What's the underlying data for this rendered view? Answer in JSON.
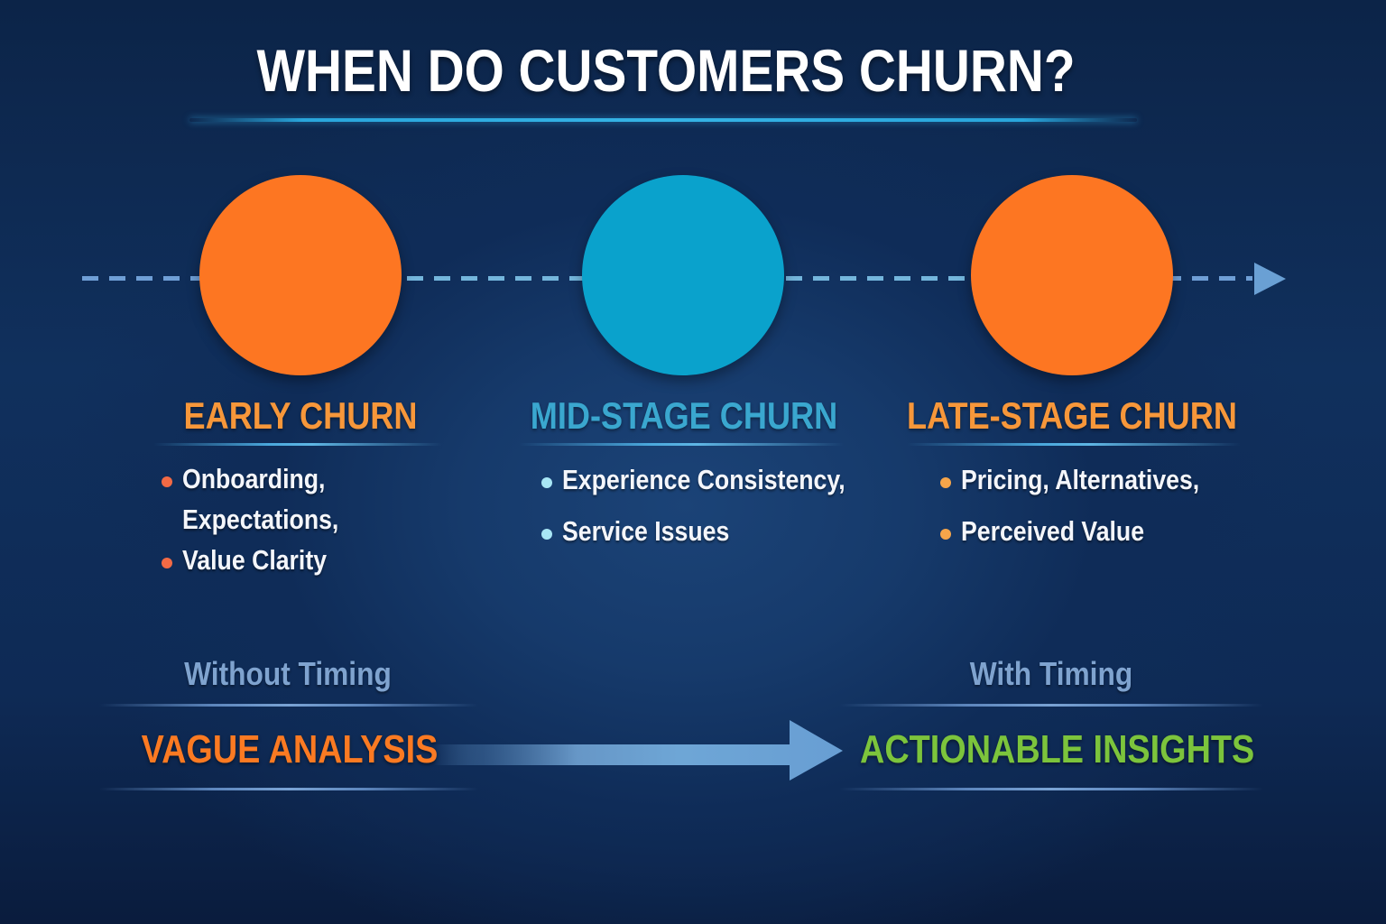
{
  "title": "WHEN DO CUSTOMERS CHURN?",
  "colors": {
    "orange": "#fd7622",
    "cyan": "#0aa2cc",
    "early_title": "#f7973a",
    "mid_title": "#3aa7cf",
    "late_title": "#f7973a",
    "early_bullet": "#f26a45",
    "mid_bullet": "#a8e6f5",
    "late_bullet": "#f5a54a",
    "timeline_dash": "#74b6dc",
    "arrow": "#6aa0d4",
    "vague": "#fb7a22",
    "actionable": "#7cc43c",
    "compare_label": "#7fa3cf"
  },
  "stages": [
    {
      "name": "EARLY CHURN",
      "marker_icon": "orange-circle",
      "bullets": [
        "Onboarding,",
        "Expectations,",
        "Value Clarity"
      ],
      "bullet_markers": [
        true,
        false,
        true
      ]
    },
    {
      "name": "MID-STAGE CHURN",
      "marker_icon": "cyan-circle",
      "bullets": [
        "Experience Consistency,",
        "Service Issues"
      ],
      "bullet_markers": [
        true,
        true
      ]
    },
    {
      "name": "LATE-STAGE CHURN",
      "marker_icon": "orange-circle",
      "bullets": [
        "Pricing, Alternatives,",
        "Perceived Value"
      ],
      "bullet_markers": [
        true,
        true
      ]
    }
  ],
  "comparison": {
    "without": {
      "label": "Without Timing",
      "result": "VAGUE ANALYSIS"
    },
    "with": {
      "label": "With Timing",
      "result": "ACTIONABLE INSIGHTS"
    },
    "arrow_icon": "right-arrow"
  }
}
